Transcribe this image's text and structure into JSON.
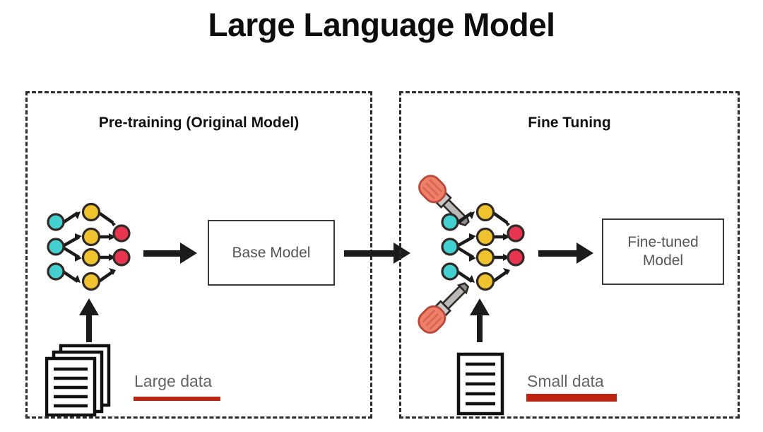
{
  "title": "Large Language Model",
  "panels": {
    "left": {
      "heading": "Pre-training (Original Model)",
      "model_box_label": "Base Model",
      "data_label": "Large data",
      "doc_icon": "document-stack-icon",
      "arrow_into_model": "arrow-right-icon",
      "arrow_from_data": "arrow-up-icon",
      "network": {
        "icon": "neural-network-icon",
        "layers": [
          {
            "name": "input-layer",
            "color": "#44cfd0",
            "count": 3
          },
          {
            "name": "hidden-layer",
            "color": "#f0c22e",
            "count": 4
          },
          {
            "name": "output-layer",
            "color": "#e8344e",
            "count": 2
          }
        ]
      }
    },
    "right": {
      "heading": "Fine Tuning",
      "model_box_label": "Fine-tuned Model",
      "model_box_line1": "Fine-tuned",
      "model_box_line2": "Model",
      "data_label": "Small data",
      "doc_icon": "document-icon",
      "arrow_into_model": "arrow-right-icon",
      "arrow_from_data": "arrow-up-icon",
      "tools": [
        {
          "name": "screwdriver-top-icon",
          "handle_color": "#ee7f6b"
        },
        {
          "name": "screwdriver-bottom-icon",
          "handle_color": "#ee7f6b"
        }
      ],
      "network": {
        "icon": "neural-network-icon",
        "layers": [
          {
            "name": "input-layer",
            "color": "#44cfd0",
            "count": 3
          },
          {
            "name": "hidden-layer",
            "color": "#f0c22e",
            "count": 4
          },
          {
            "name": "output-layer",
            "color": "#e8344e",
            "count": 2
          }
        ]
      }
    }
  },
  "flow": {
    "between_panels_arrow": "arrow-right-icon"
  },
  "colors": {
    "node_input": "#44cfd0",
    "node_hidden": "#f0c22e",
    "node_output": "#e8344e",
    "node_stroke": "#2f2a26",
    "arrow": "#1b1b1b",
    "panel_border": "#2b2b2b",
    "box_border": "#3a3a3a",
    "box_text": "#555555",
    "label_text": "#646464",
    "underline_red": "#bf2410",
    "screwdriver_handle": "#ee7f6b",
    "screwdriver_handle_stroke": "#b8493a",
    "screwdriver_shaft": "#b9b9b9",
    "title_text": "#0d0d0d"
  }
}
